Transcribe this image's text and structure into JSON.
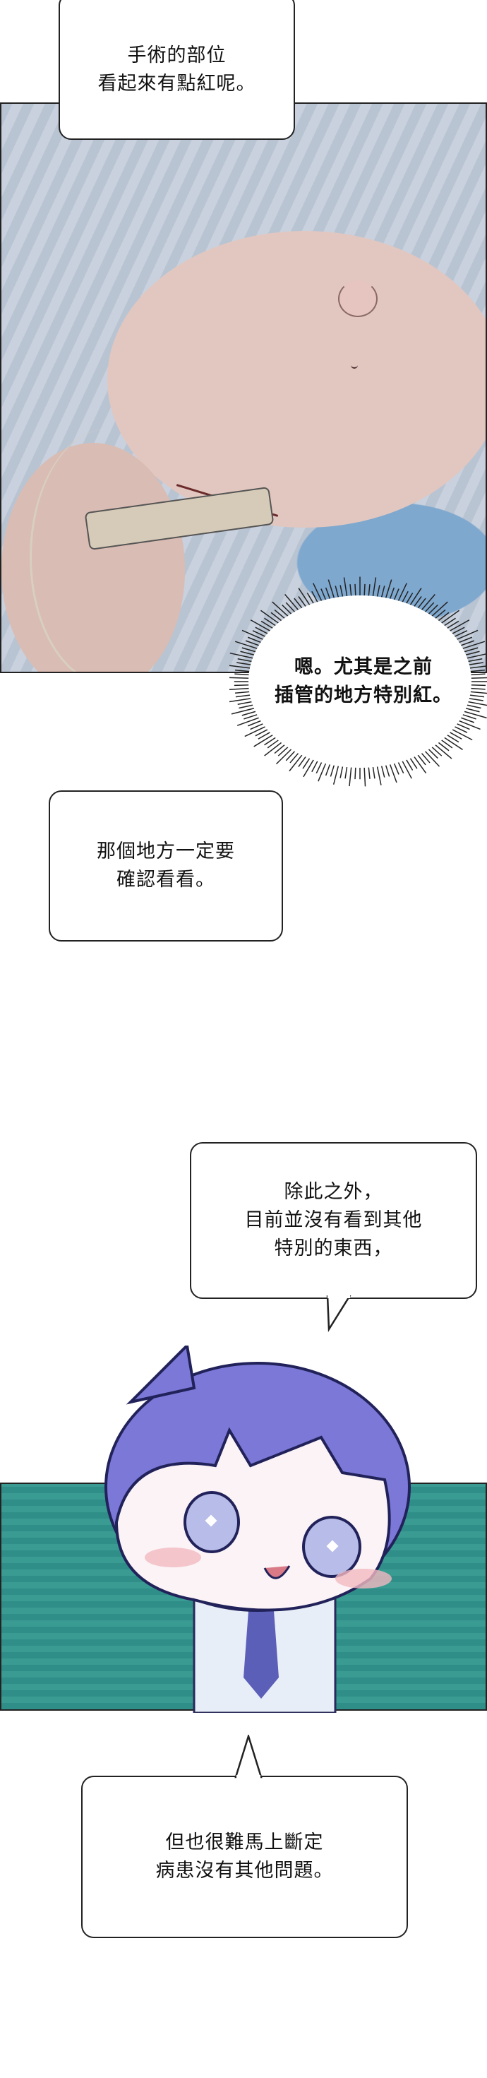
{
  "bubbles": [
    {
      "lines": [
        "手術的部位",
        "看起來有點紅呢。"
      ]
    },
    {
      "lines": [
        "嗯。尤其是之前",
        "插管的地方特別紅。"
      ]
    },
    {
      "lines": [
        "那個地方一定要",
        "確認看看。"
      ]
    },
    {
      "lines": [
        "除此之外，",
        "目前並沒有看到其他",
        "特別的東西，"
      ]
    },
    {
      "lines": [
        "但也很難馬上斷定",
        "病患沒有其他問題。"
      ]
    }
  ],
  "colors": {
    "panel2_background": "#3a9b93",
    "hair": "#7b78d8",
    "gown": "#b9c4d3"
  }
}
